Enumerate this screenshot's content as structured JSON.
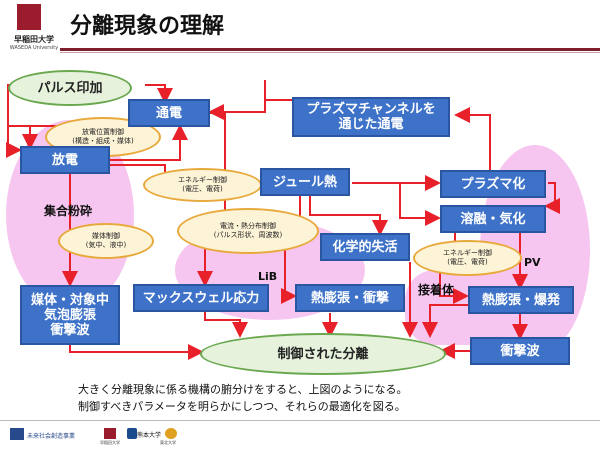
{
  "header": {
    "title": "分離現象の理解",
    "logo_name": "早稲田大学",
    "logo_english": "WASEDA University"
  },
  "nodes": {
    "pulse": "パルス印加",
    "conduction": "通電",
    "plasma_channel": "プラズマチャンネルを\n通じた通電",
    "discharge": "放電",
    "joule": "ジュール熱",
    "plasmaization": "プラズマ化",
    "melting": "溶融・気化",
    "chemical": "化学的失活",
    "medium_bubble": "媒体・対象中\n気泡膨張\n衝撃波",
    "maxwell": "マックスウェル応力",
    "thermal_impact": "熱膨張・衝撃",
    "thermal_explosion": "熱膨張・爆発",
    "shock_wave": "衝撃波",
    "controlled": "制御された分離"
  },
  "params": {
    "discharge_position": "放電位置制御\n(構造・組成・媒体)",
    "energy_1": "エネルギー制御\n(電圧、電荷)",
    "medium": "媒体制御\n(気中、液中)",
    "current_heat": "電流・熱分布制御\n(パルス形状、周波数)",
    "energy_2": "エネルギー制御\n(電圧、電荷)"
  },
  "regions": {
    "aggregate": "集合粉砕",
    "lib": "LiB",
    "bonded": "接着体",
    "pv": "PV"
  },
  "caption": {
    "line1": "大きく分離現象に係る機構の腑分けをすると、上図のようになる。",
    "line2": "制御すべきパラメータを明らかにしつつ、それらの最適化を図る。"
  },
  "footer": {
    "project": "未来社会創造事業",
    "waseda": "早稲田大学",
    "kumamoto": "熊本大学",
    "tohoku": "東北大学"
  },
  "colors": {
    "box_fill": "#3d72c8",
    "arrow": "#e8202a",
    "region": "#f6c6f0",
    "goal_ellipse": "#e6f2dc",
    "param_ellipse": "#fdf3d6",
    "brand": "#9b1c2c"
  }
}
